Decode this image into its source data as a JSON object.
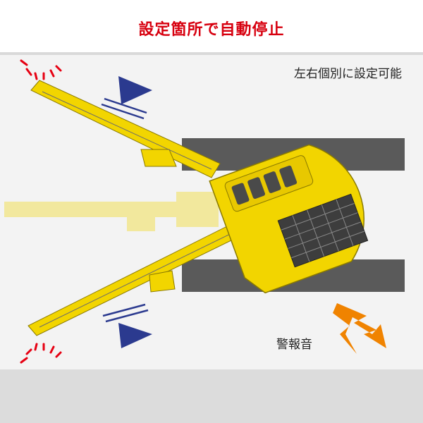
{
  "title": "設定箇所で自動停止",
  "label_left_right": "左右個別に設定可能",
  "label_alarm": "警報音",
  "colors": {
    "title_red": "#d7000f",
    "machine_yellow": "#f2d500",
    "arrow_blue": "#2b3a8f",
    "alarm_orange": "#f08300",
    "warning_red": "#e60012",
    "track_grey": "#555555"
  },
  "icons": [
    "stop-warning-icon-top",
    "stop-warning-icon-bottom",
    "direction-arrow-top",
    "direction-arrow-bottom",
    "alarm-bolt-icon"
  ]
}
